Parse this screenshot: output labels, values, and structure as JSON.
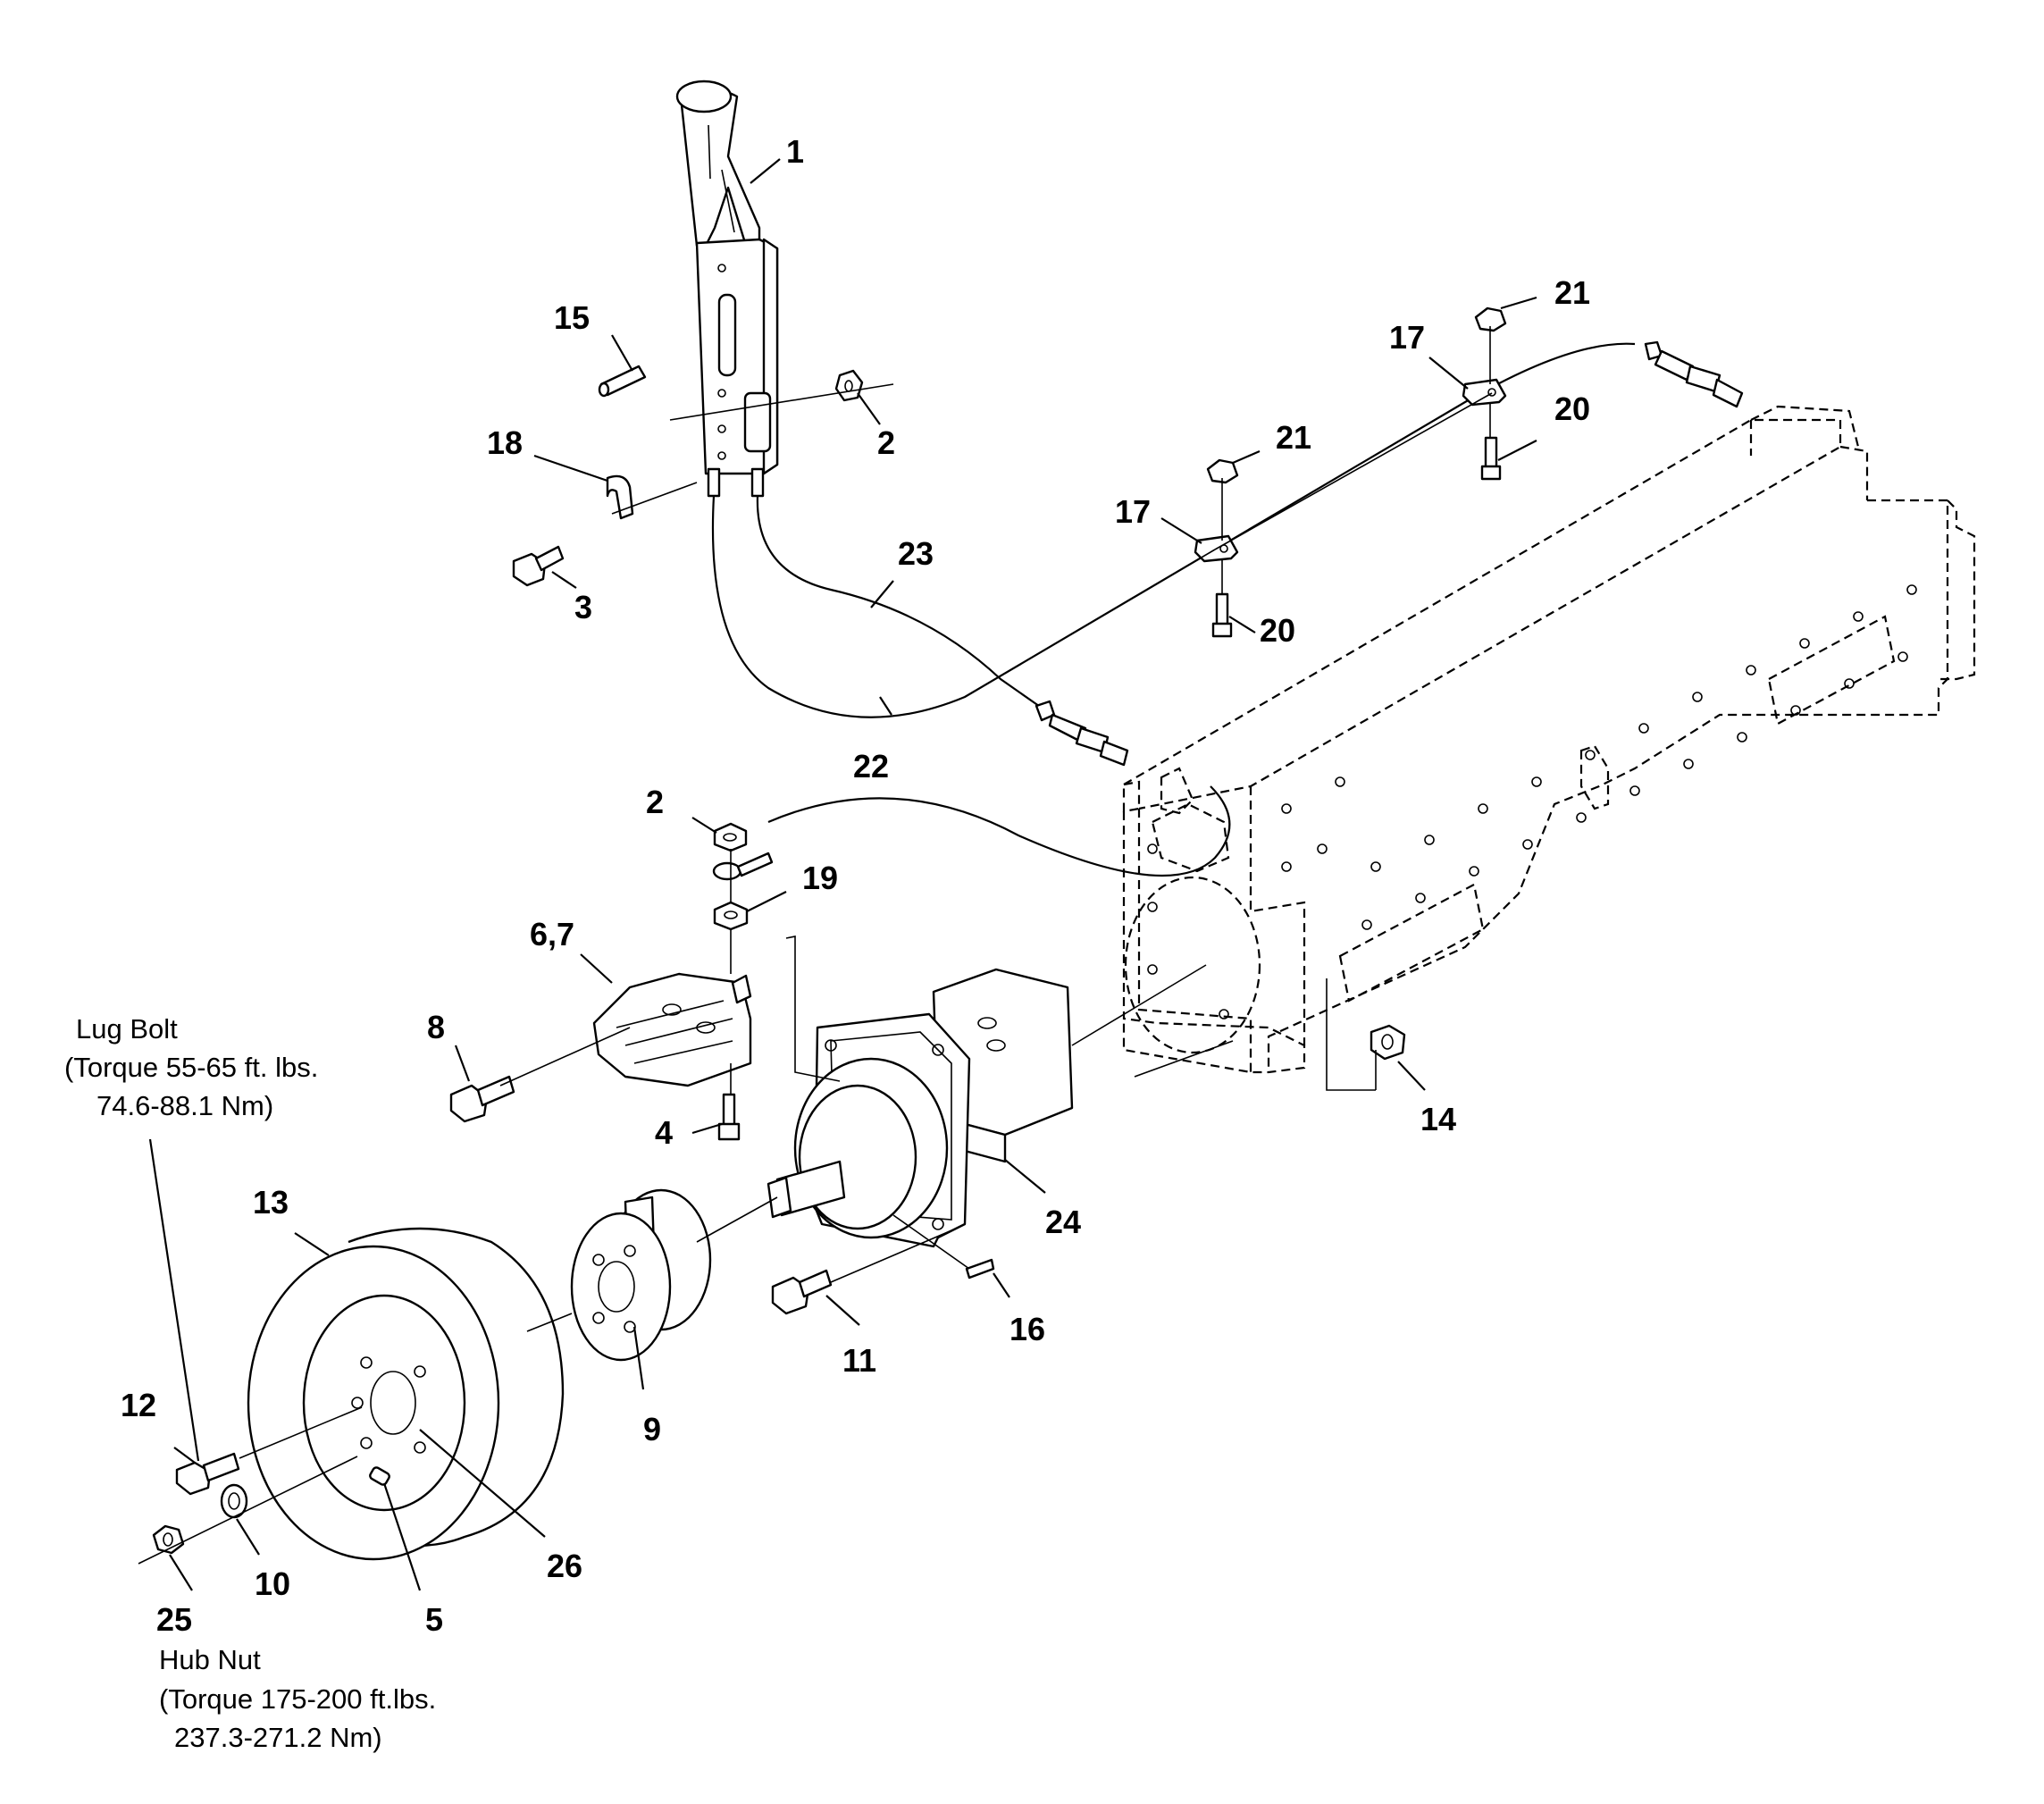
{
  "callouts": {
    "c1": "1",
    "c2a": "2",
    "c2b": "2",
    "c3": "3",
    "c4": "4",
    "c5": "5",
    "c67": "6,7",
    "c8": "8",
    "c9": "9",
    "c10": "10",
    "c11": "11",
    "c12": "12",
    "c13": "13",
    "c14": "14",
    "c15": "15",
    "c16": "16",
    "c17a": "17",
    "c17b": "17",
    "c18": "18",
    "c19": "19",
    "c20a": "20",
    "c20b": "20",
    "c21a": "21",
    "c21b": "21",
    "c22": "22",
    "c23": "23",
    "c24": "24",
    "c25": "25",
    "c26": "26"
  },
  "notes": {
    "lug_bolt": {
      "line1": "Lug Bolt",
      "line2": "(Torque 55-65 ft. lbs.",
      "line3": "74.6-88.1 Nm)"
    },
    "hub_nut": {
      "line1": "Hub Nut",
      "line2": "(Torque 175-200 ft.lbs.",
      "line3": "237.3-271.2 Nm)"
    }
  }
}
